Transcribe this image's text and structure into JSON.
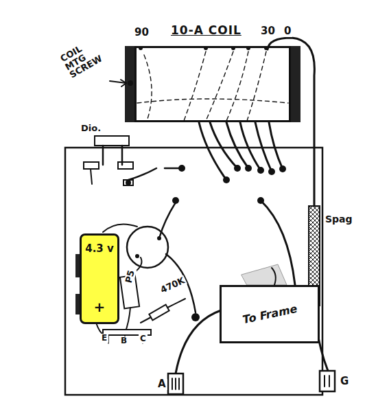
{
  "diagram": {
    "nodes": [
      {
        "text": [
          "10-A COIL"
        ]
      },
      {
        "text": [
          "4.3 v",
          "+"
        ]
      },
      {
        "text": [
          "To Frame"
        ]
      }
    ],
    "labels": [
      "90",
      "30",
      "0",
      "COIL MTG SCREW",
      "Dio.",
      "P5",
      "470K",
      "E",
      "B",
      "C",
      "Spag",
      "A",
      "G"
    ]
  }
}
